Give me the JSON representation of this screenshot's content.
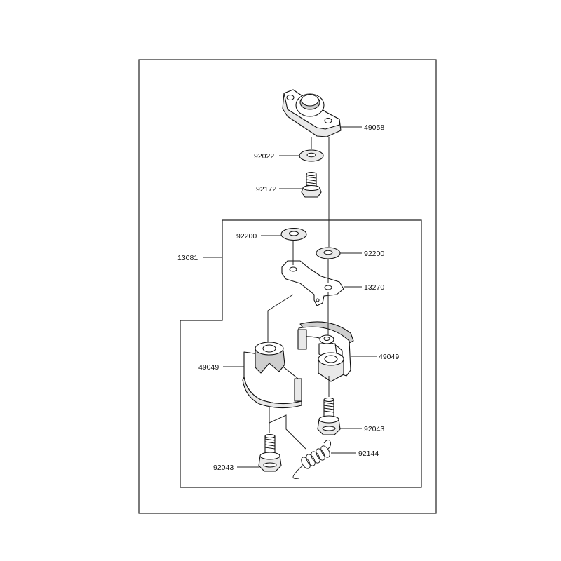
{
  "labels": {
    "l49058": "49058",
    "l92022": "92022",
    "l92172": "92172",
    "l92200a": "92200",
    "l92200b": "92200",
    "l13081": "13081",
    "l13270": "13270",
    "l49049a": "49049",
    "l49049b": "49049",
    "l92043a": "92043",
    "l92043b": "92043",
    "l92144": "92144"
  }
}
